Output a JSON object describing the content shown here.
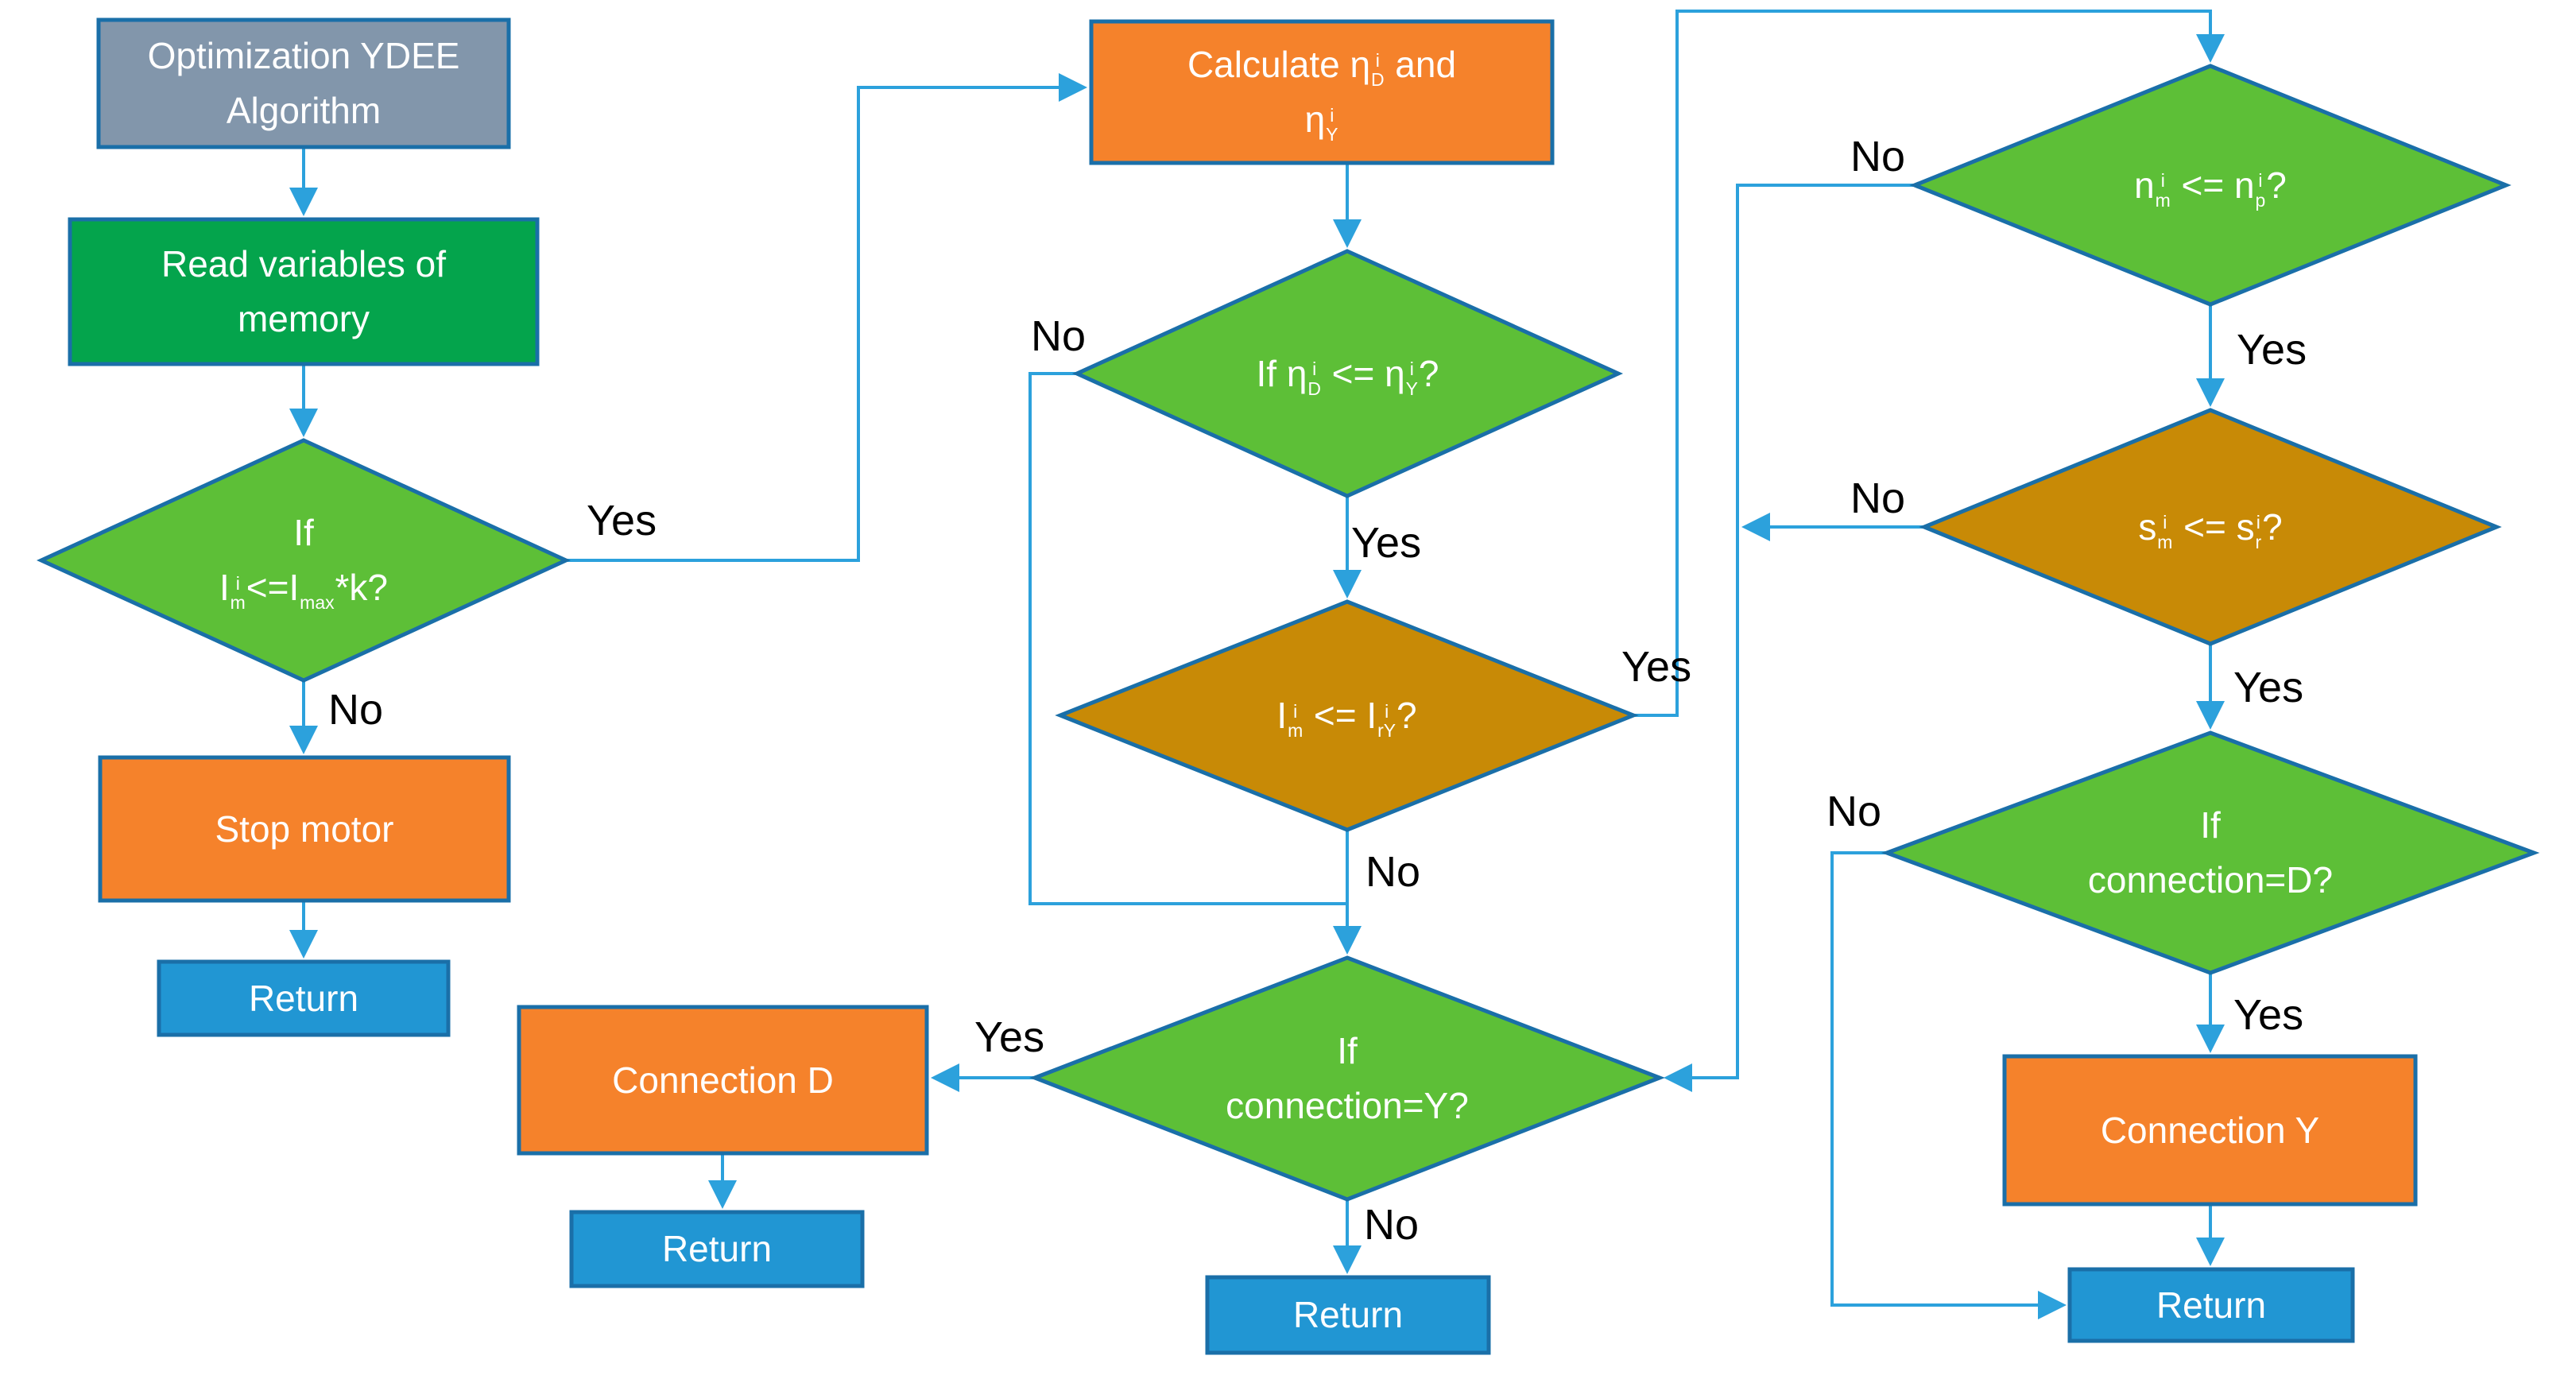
{
  "title": "Optimization YDEE Algorithm flowchart",
  "colors": {
    "slate": "#8296AB",
    "green": "#04A44C",
    "lightgreen": "#5DBF37",
    "orange": "#F5822B",
    "blue": "#2196D3",
    "gold": "#C88A06",
    "line": "#2CA1DC",
    "border": "#1A6FA8",
    "label_text": "#000000",
    "node_text": "#FFFFFF"
  },
  "nodes": {
    "start": {
      "shape": "rect",
      "color_role": "slate",
      "label": [
        [
          {
            "t": "Optimization YDEE"
          }
        ],
        [
          {
            "t": "Algorithm"
          }
        ]
      ]
    },
    "read": {
      "shape": "rect",
      "color_role": "green",
      "label": [
        [
          {
            "t": "Read variables of"
          }
        ],
        [
          {
            "t": "memory"
          }
        ]
      ]
    },
    "d1": {
      "shape": "diamond",
      "color_role": "lightgreen",
      "label": [
        [
          {
            "t": "If"
          }
        ],
        [
          {
            "t": "I"
          },
          {
            "sup": "i",
            "sub": "m"
          },
          {
            "t": "<=I"
          },
          {
            "sup": "",
            "sub": "max"
          },
          {
            "t": "*k?"
          }
        ]
      ]
    },
    "stop": {
      "shape": "rect",
      "color_role": "orange",
      "label": [
        [
          {
            "t": "Stop motor"
          }
        ]
      ]
    },
    "ret1": {
      "shape": "rect",
      "color_role": "blue",
      "label": [
        [
          {
            "t": "Return"
          }
        ]
      ]
    },
    "calc": {
      "shape": "rect",
      "color_role": "orange",
      "label": [
        [
          {
            "t": "Calculate η"
          },
          {
            "sup": "i",
            "sub": "D"
          },
          {
            "t": " and"
          }
        ],
        [
          {
            "t": "η"
          },
          {
            "sup": "i",
            "sub": "Y"
          }
        ]
      ]
    },
    "d2": {
      "shape": "diamond",
      "color_role": "lightgreen",
      "label": [
        [
          {
            "t": "If η"
          },
          {
            "sup": "i",
            "sub": "D"
          },
          {
            "t": " <= η"
          },
          {
            "sup": "i",
            "sub": "Y"
          },
          {
            "t": "?"
          }
        ]
      ]
    },
    "d3": {
      "shape": "diamond",
      "color_role": "gold",
      "label": [
        [
          {
            "t": "I"
          },
          {
            "sup": "i",
            "sub": "m"
          },
          {
            "t": " <= I"
          },
          {
            "sup": "i",
            "sub": "rY"
          },
          {
            "t": "?"
          }
        ]
      ]
    },
    "d4": {
      "shape": "diamond",
      "color_role": "lightgreen",
      "label": [
        [
          {
            "t": "If"
          }
        ],
        [
          {
            "t": "connection=Y?"
          }
        ]
      ]
    },
    "ret2": {
      "shape": "rect",
      "color_role": "blue",
      "label": [
        [
          {
            "t": "Return"
          }
        ]
      ]
    },
    "connD": {
      "shape": "rect",
      "color_role": "orange",
      "label": [
        [
          {
            "t": "Connection D"
          }
        ]
      ]
    },
    "ret3": {
      "shape": "rect",
      "color_role": "blue",
      "label": [
        [
          {
            "t": "Return"
          }
        ]
      ]
    },
    "d5": {
      "shape": "diamond",
      "color_role": "lightgreen",
      "label": [
        [
          {
            "t": "n"
          },
          {
            "sup": "i",
            "sub": "m"
          },
          {
            "t": " <= n"
          },
          {
            "sup": "i",
            "sub": "p"
          },
          {
            "t": "?"
          }
        ]
      ]
    },
    "d6": {
      "shape": "diamond",
      "color_role": "gold",
      "label": [
        [
          {
            "t": "s"
          },
          {
            "sup": "i",
            "sub": "m"
          },
          {
            "t": " <= s"
          },
          {
            "sup": "i",
            "sub": "r"
          },
          {
            "t": "?"
          }
        ]
      ]
    },
    "d7": {
      "shape": "diamond",
      "color_role": "lightgreen",
      "label": [
        [
          {
            "t": "If"
          }
        ],
        [
          {
            "t": "connection=D?"
          }
        ]
      ]
    },
    "connY": {
      "shape": "rect",
      "color_role": "orange",
      "label": [
        [
          {
            "t": "Connection Y"
          }
        ]
      ]
    },
    "ret4": {
      "shape": "rect",
      "color_role": "blue",
      "label": [
        [
          {
            "t": "Return"
          }
        ]
      ]
    }
  },
  "edge_labels": {
    "d1_yes": "Yes",
    "d1_no": "No",
    "d2_no": "No",
    "d2_yes": "Yes",
    "d3_yes": "Yes",
    "d3_no": "No",
    "d4_yes": "Yes",
    "d4_no": "No",
    "d5_no": "No",
    "d5_yes": "Yes",
    "d6_no": "No",
    "d6_yes": "Yes",
    "d7_no": "No",
    "d7_yes": "Yes"
  }
}
